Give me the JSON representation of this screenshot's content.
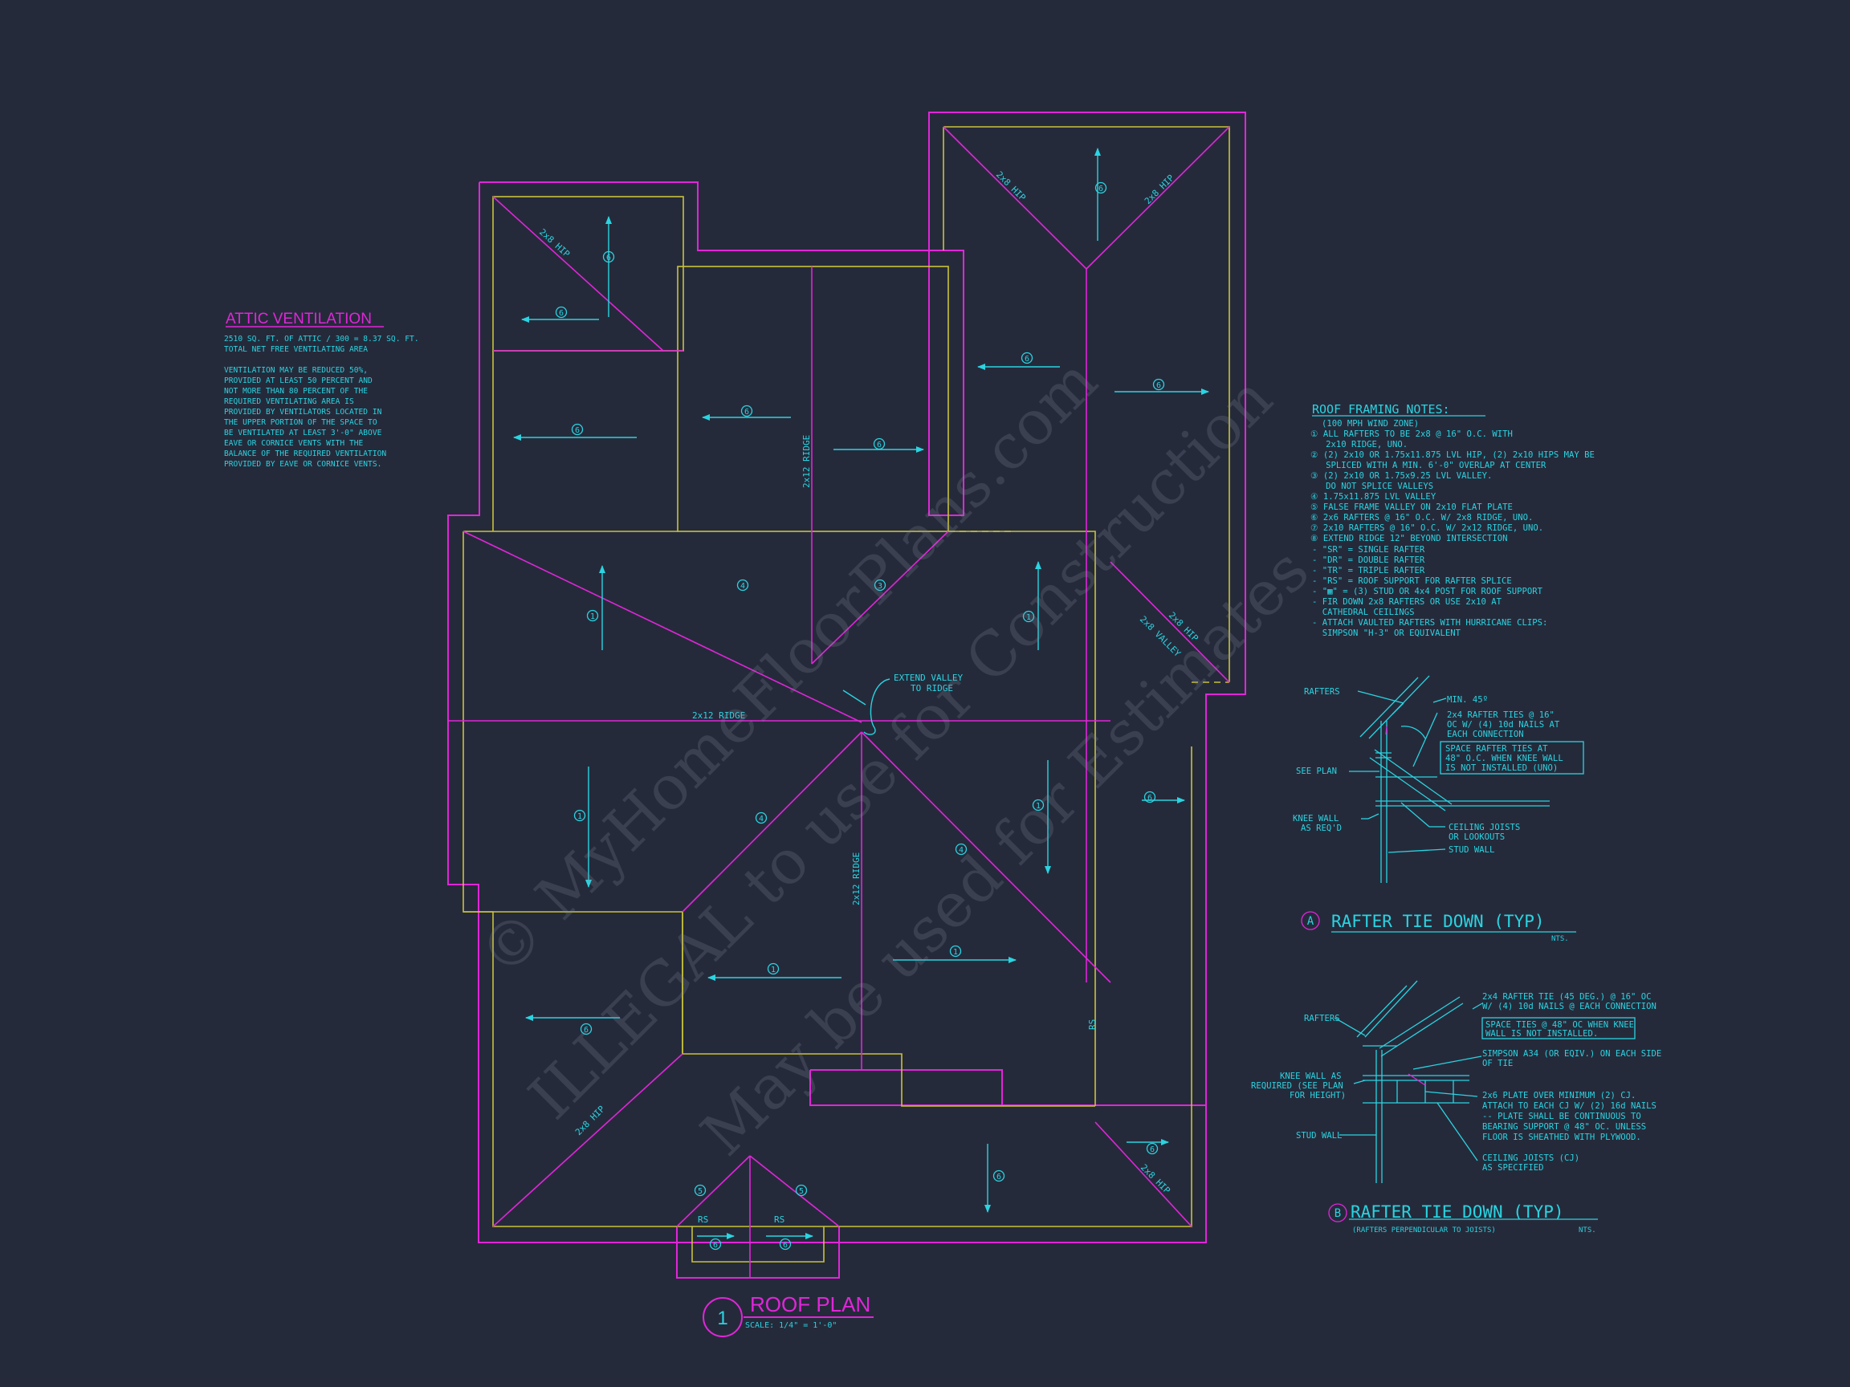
{
  "colors": {
    "background": "#252a3b",
    "cyan": "#2ad4e0",
    "magenta": "#e026d8",
    "yellow": "#c8c23a",
    "watermark": "#8a8ea0"
  },
  "watermark": {
    "line1": "© MyHomeFloorPlans.com",
    "line2": "ILLEGAL to use for Construction",
    "line3": "May be used for Estimates"
  },
  "attic": {
    "title": "ATTIC VENTILATION",
    "lines": [
      "2510 SQ. FT. OF ATTIC / 300 = 8.37 SQ. FT.",
      "TOTAL NET FREE VENTILATING AREA",
      "",
      "VENTILATION MAY BE REDUCED 50%,",
      "PROVIDED AT LEAST 50 PERCENT AND",
      "NOT MORE THAN 80 PERCENT OF THE",
      "REQUIRED VENTILATING AREA IS",
      "PROVIDED BY VENTILATORS LOCATED IN",
      "THE UPPER PORTION OF THE SPACE TO",
      "BE VENTILATED AT LEAST 3'-0\" ABOVE",
      "EAVE OR CORNICE VENTS WITH THE",
      "BALANCE OF THE REQUIRED VENTILATION",
      "PROVIDED BY EAVE OR CORNICE VENTS."
    ]
  },
  "framing_notes": {
    "title": "ROOF FRAMING NOTES:",
    "lines": [
      "(100 MPH WIND ZONE)",
      "① ALL RAFTERS TO BE 2x8 @ 16\" O.C. WITH",
      "   2x10 RIDGE, UNO.",
      "② (2) 2x10 OR 1.75x11.875 LVL HIP, (2) 2x10 HIPS MAY BE",
      "   SPLICED WITH A MIN. 6'-0\" OVERLAP AT CENTER",
      "③ (2) 2x10 OR 1.75x9.25 LVL VALLEY.",
      "   DO NOT SPLICE VALLEYS",
      "④ 1.75x11.875 LVL VALLEY",
      "⑤ FALSE FRAME VALLEY ON 2x10 FLAT PLATE",
      "⑥ 2x6 RAFTERS @ 16\" O.C. W/ 2x8 RIDGE, UNO.",
      "⑦ 2x10 RAFTERS @ 16\" O.C. W/ 2x12 RIDGE, UNO.",
      "⑧ EXTEND RIDGE 12\" BEYOND INTERSECTION",
      "- \"SR\" = SINGLE RAFTER",
      "- \"DR\" = DOUBLE RAFTER",
      "- \"TR\" = TRIPLE RAFTER",
      "- \"RS\" = ROOF SUPPORT FOR RAFTER SPLICE",
      "- \"▦\" = (3) STUD OR 4x4 POST FOR ROOF SUPPORT",
      "- FIR DOWN 2x8 RAFTERS OR USE 2x10 AT",
      "  CATHEDRAL CEILINGS",
      "- ATTACH VAULTED RAFTERS WITH HURRICANE CLIPS:",
      "  SIMPSON \"H-3\" OR EQUIVALENT"
    ]
  },
  "plan": {
    "ridge_labels": [
      "2x12 RIDGE",
      "2x12 RIDGE",
      "2x12 RIDGE"
    ],
    "hip_label": "2x8 HIP",
    "valley_label": "2x8 VALLEY",
    "extend_valley": [
      "EXTEND VALLEY",
      "TO RIDGE"
    ],
    "rs_label": "RS",
    "title_number": "1",
    "title": "ROOF PLAN",
    "scale": "SCALE: 1/4\" = 1'-0\""
  },
  "detail_a": {
    "letter": "A",
    "title": "RAFTER TIE DOWN (TYP)",
    "nts": "NTS.",
    "labels": {
      "rafters": "RAFTERS",
      "min45": "MIN. 45º",
      "ties": [
        "2x4 RAFTER TIES @ 16\"",
        "OC W/ (4) 10d NAILS AT",
        "EACH CONNECTION"
      ],
      "space": [
        "SPACE RAFTER TIES AT",
        "48\" O.C. WHEN KNEE WALL",
        "IS NOT INSTALLED (UNO)"
      ],
      "see_plan": "SEE PLAN",
      "knee": [
        "KNEE WALL",
        "AS REQ'D"
      ],
      "ceiling": [
        "CEILING JOISTS",
        "OR LOOKOUTS"
      ],
      "stud": "STUD WALL"
    }
  },
  "detail_b": {
    "letter": "B",
    "title": "RAFTER TIE DOWN (TYP)",
    "sub": "(RAFTERS PERPENDICULAR TO JOISTS)",
    "nts": "NTS.",
    "labels": {
      "tie": [
        "2x4 RAFTER TIE (45 DEG.) @ 16\" OC",
        "W/ (4) 10d NAILS @ EACH CONNECTION"
      ],
      "space": [
        "SPACE TIES @ 48\" OC WHEN KNEE",
        "WALL IS NOT INSTALLED."
      ],
      "rafters": "RAFTERS",
      "simpson": [
        "SIMPSON A34 (OR EQIV.) ON EACH SIDE",
        "OF TIE"
      ],
      "knee": [
        "KNEE WALL AS",
        "REQUIRED (SEE PLAN",
        "FOR HEIGHT)"
      ],
      "plate": [
        "2x6 PLATE OVER MINIMUM (2) CJ.",
        "ATTACH TO EACH CJ W/ (2) 16d NAILS",
        "-- PLATE SHALL BE CONTINUOUS TO",
        "BEARING SUPPORT @ 48\" OC. UNLESS",
        "FLOOR IS SHEATHED WITH PLYWOOD."
      ],
      "stud": "STUD WALL",
      "ceiling": [
        "CEILING JOISTS (CJ)",
        "AS SPECIFIED"
      ]
    }
  }
}
